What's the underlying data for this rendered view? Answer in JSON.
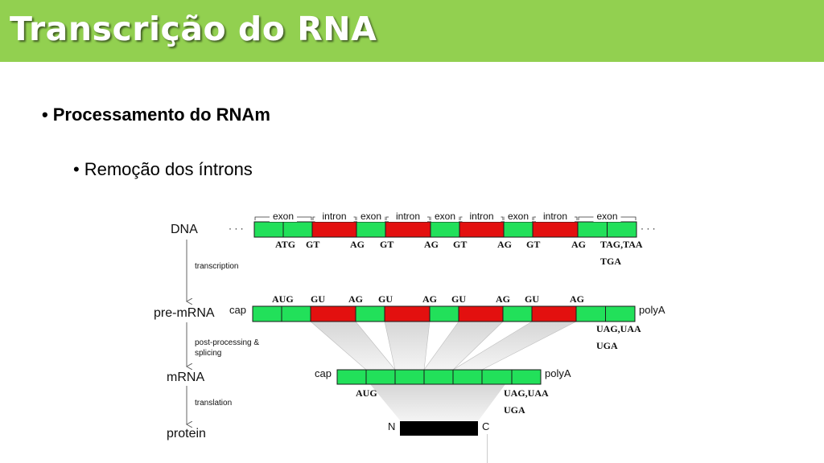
{
  "slide": {
    "title": "Transcrição do RNA",
    "bullet_1": "Processamento do RNAm",
    "bullet_2": "Remoção dos íntrons",
    "bullet_symbol": "•"
  },
  "colors": {
    "title_bar": "#92d050",
    "exon": "#22e05a",
    "intron": "#e3100f",
    "protein": "#000000"
  },
  "diagram": {
    "stages": {
      "dna": "DNA",
      "pre_mrna": "pre-mRNA",
      "mrna": "mRNA",
      "protein": "protein"
    },
    "steps": {
      "transcription": "transcription",
      "post_processing_line1": "post-processing &",
      "post_processing_line2": "splicing",
      "translation": "translation"
    },
    "dna_segment_labels": [
      "exon",
      "intron",
      "exon",
      "intron",
      "exon",
      "intron",
      "exon",
      "intron",
      "exon"
    ],
    "dna_ellipsis": "· · ·",
    "dna_codons": [
      "ATG",
      "GT",
      "AG",
      "GT",
      "AG",
      "GT",
      "AG",
      "GT",
      "AG"
    ],
    "dna_stop_line1": "TAG,TAA",
    "dna_stop_line2": "TGA",
    "pre_mrna_codons": [
      "AUG",
      "GU",
      "AG",
      "GU",
      "AG",
      "GU",
      "AG",
      "GU",
      "AG"
    ],
    "pre_mrna_cap": "cap",
    "pre_mrna_polya": "polyA",
    "pre_mrna_stop_line1": "UAG,UAA",
    "pre_mrna_stop_line2": "UGA",
    "mrna_cap": "cap",
    "mrna_polya": "polyA",
    "mrna_start": "AUG",
    "mrna_stop_line1": "UAG,UAA",
    "mrna_stop_line2": "UGA",
    "protein_n": "N",
    "protein_c": "C"
  }
}
